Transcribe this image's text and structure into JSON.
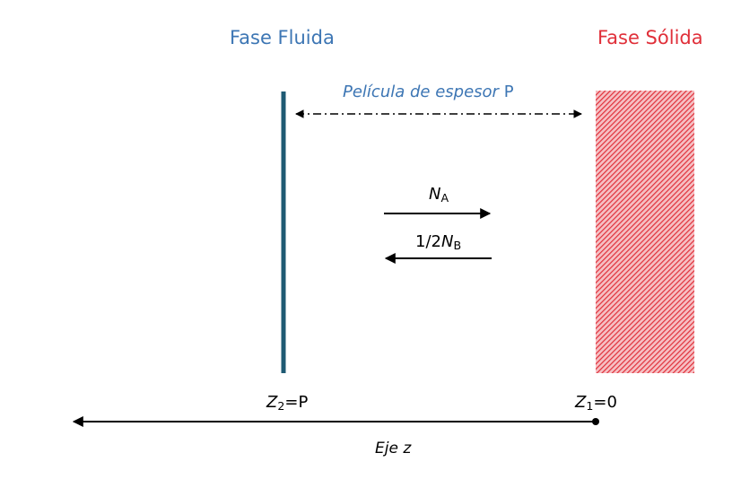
{
  "phases": {
    "fluid": {
      "title": "Fase Fluida",
      "color": "#3d76b4"
    },
    "solid": {
      "title": "Fase Sólida",
      "color": "#e0303a"
    }
  },
  "film": {
    "label_text": "Película de espesor ",
    "label_symbol": "P"
  },
  "fluxes": {
    "a": {
      "symbol": "N",
      "subscript": "A"
    },
    "b": {
      "coefficient": "1/2",
      "symbol": "N",
      "subscript": "B"
    }
  },
  "positions": {
    "z2": {
      "symbol": "Z",
      "subscript": "2",
      "value": "=P"
    },
    "z1": {
      "symbol": "Z",
      "subscript": "1",
      "value": "=0"
    }
  },
  "axis": {
    "label": "Eje z"
  },
  "colors": {
    "film_boundary": "#1e5a73",
    "solid_hatch": "#e0303a",
    "arrows": "#000000"
  }
}
